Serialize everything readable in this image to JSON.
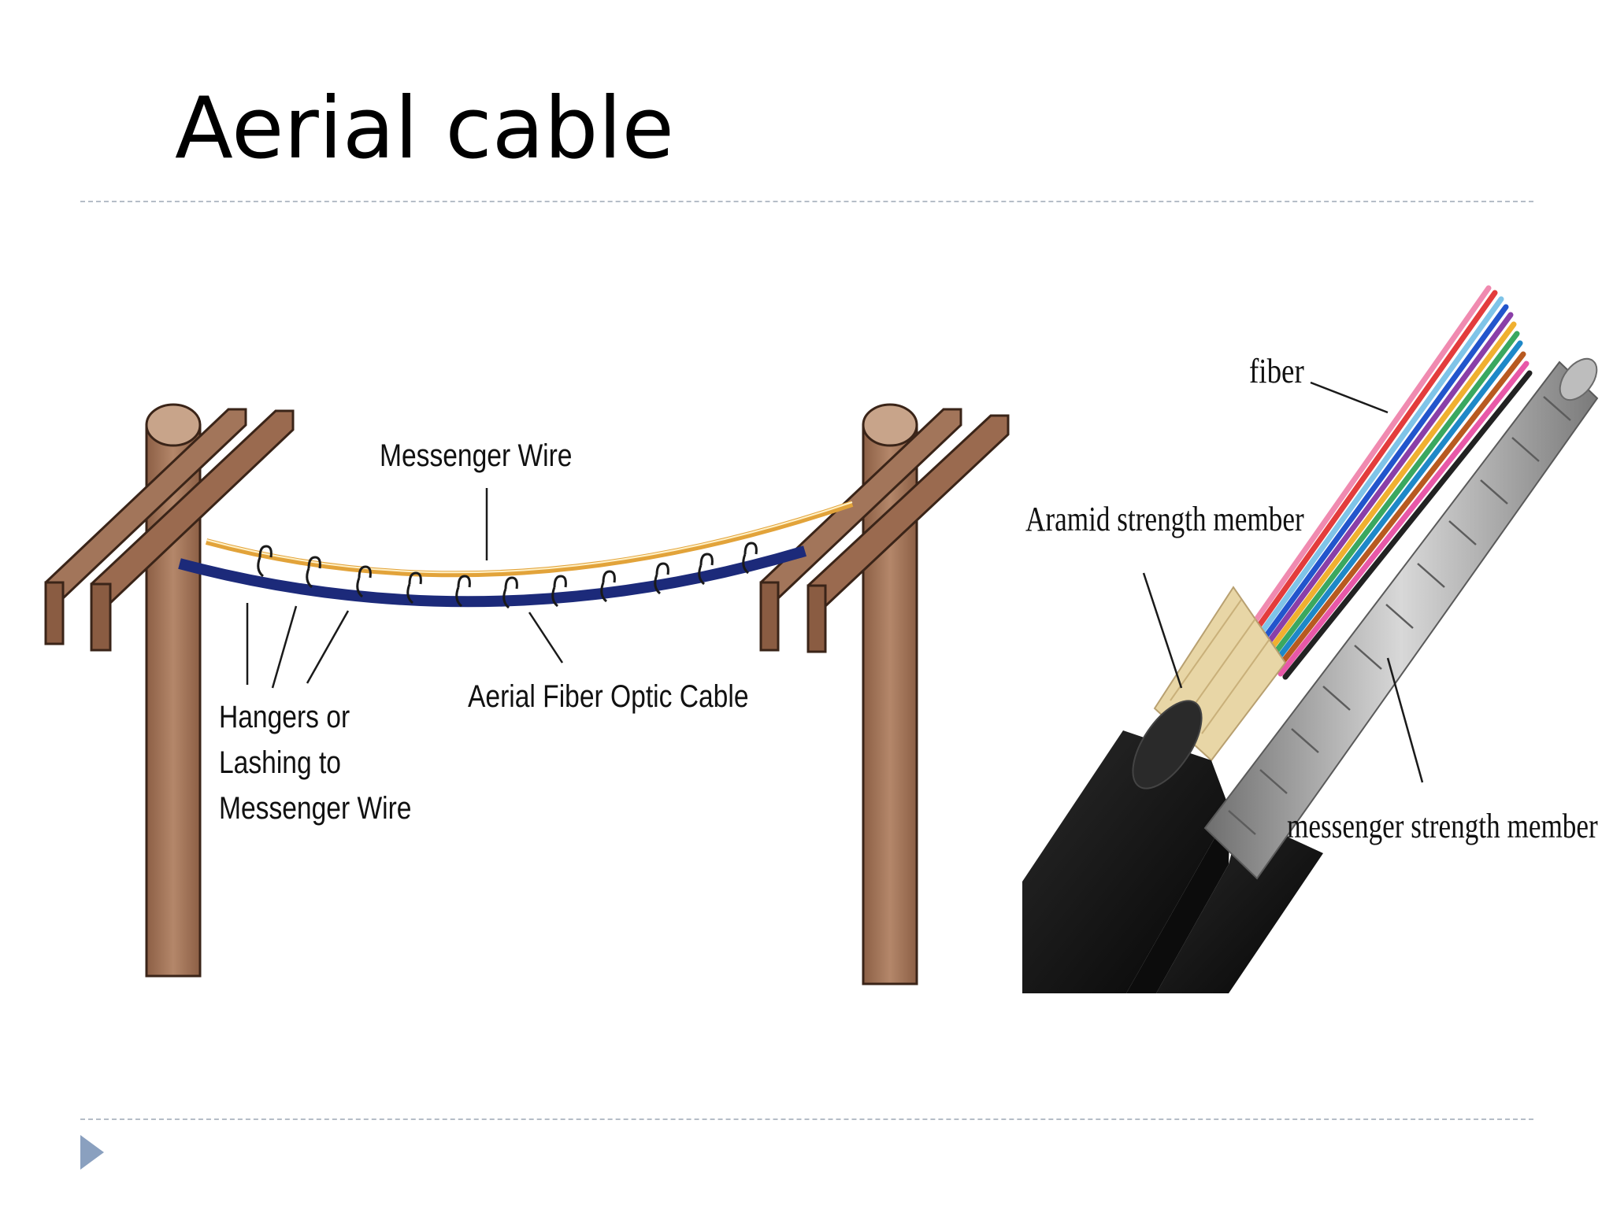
{
  "slide": {
    "title": "Aerial cable"
  },
  "diagram_left": {
    "messenger_wire_label": "Messenger Wire",
    "aerial_cable_label": "Aerial Fiber Optic Cable",
    "hangers_label_line1": "Hangers or",
    "hangers_label_line2": "Lashing to",
    "hangers_label_line3": "Messenger Wire"
  },
  "diagram_right": {
    "fiber_label": "fiber",
    "aramid_label": "Aramid strength member",
    "messenger_member_label": "messenger strength member"
  },
  "colors": {
    "pole": "#a2755a",
    "pole_top": "#c8a48a",
    "outline": "#3a2418",
    "messenger_wire": "#e2a33a",
    "fiber_cable": "#1c2a7a",
    "cable_jacket": "#141414",
    "aramid": "#e8d6a6",
    "steel": "#9a9a9a",
    "bullet": "#8aa0bf"
  }
}
